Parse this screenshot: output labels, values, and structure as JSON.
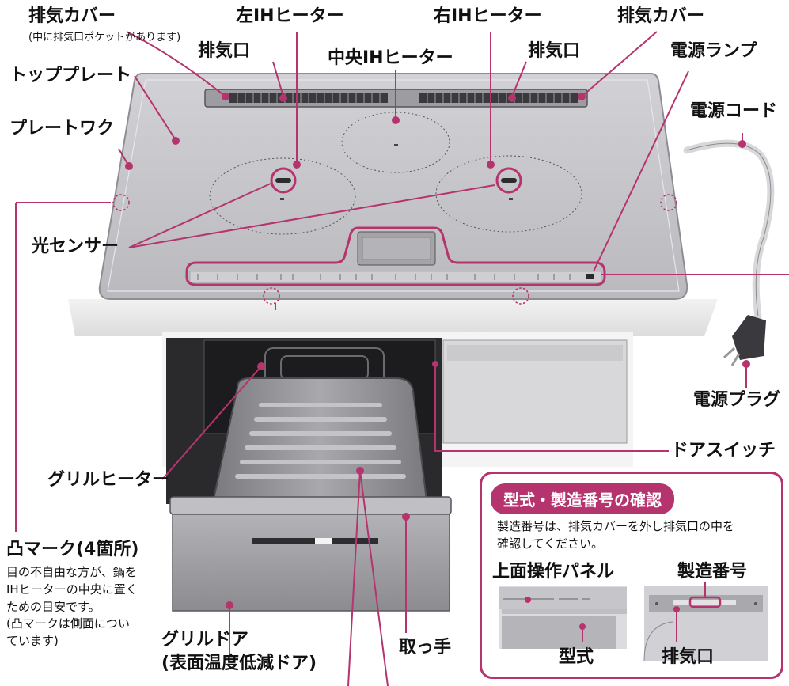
{
  "labels": {
    "exhaust_cover_left": "排気カバー",
    "exhaust_cover_note": "(中に排気口ポケットがあります)",
    "left_ih_heater": "左IHヒーター",
    "right_ih_heater": "右IHヒーター",
    "exhaust_cover_right": "排気カバー",
    "exhaust_port_left": "排気口",
    "center_ih_heater": "中央IHヒーター",
    "exhaust_port_right": "排気口",
    "power_lamp": "電源ランプ",
    "top_plate": "トッププレート",
    "power_cord": "電源コード",
    "plate_work": "プレートワク",
    "light_sensor": "光センサー",
    "power_plug": "電源プラグ",
    "door_switch": "ドアスイッチ",
    "grill_heater": "グリルヒーター",
    "bump_mark": "凸マーク(4箇所)",
    "bump_note": [
      "目の不自由な方が、鍋を",
      "IHヒーターの中央に置く",
      "ための目安です。",
      "(凸マークは側面につい",
      "ています)"
    ],
    "grill_door_1": "グリルドア",
    "grill_door_2": "(表面温度低減ドア)",
    "handle": "取っ手"
  },
  "inset": {
    "title": "型式・製造番号の確認",
    "description": [
      "製造番号は、排気カバーを外し排気口の中を",
      "確認してください。"
    ],
    "top_panel": "上面操作パネル",
    "serial_number": "製造番号",
    "model": "型式",
    "exhaust_port": "排気口"
  },
  "colors": {
    "accent": "#b5346e",
    "plate": "#c8c8cc",
    "body_gray": "#8e8e92"
  }
}
